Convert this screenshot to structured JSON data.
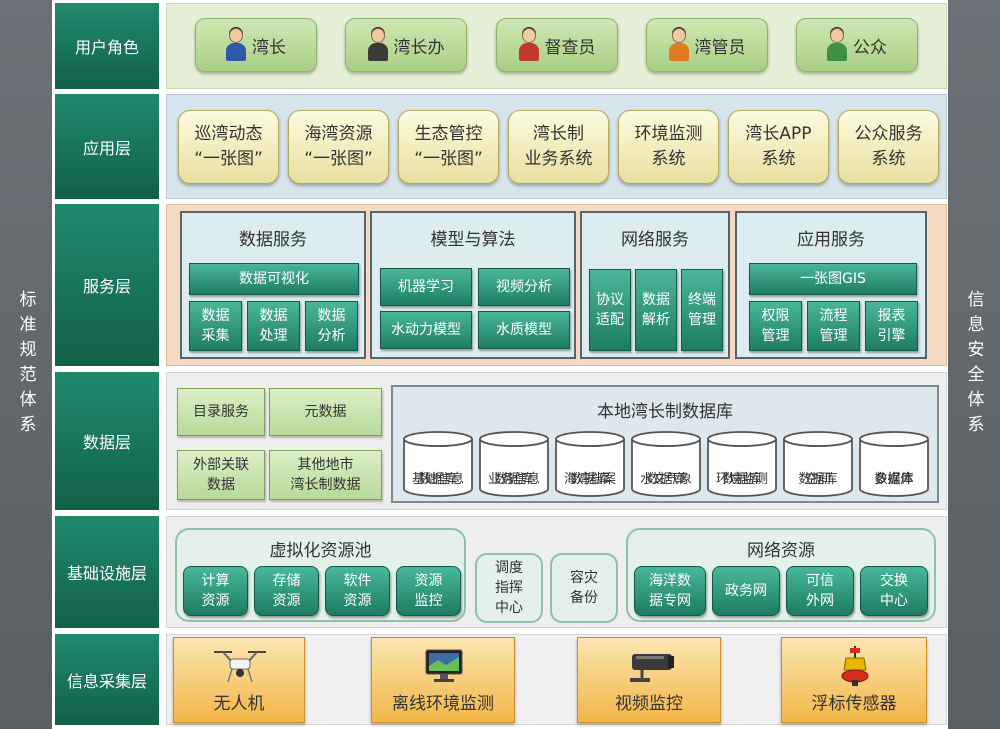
{
  "sidebars": {
    "left": "标准规范体系",
    "right": "信息安全体系"
  },
  "layers": [
    "用户角色",
    "应用层",
    "服务层",
    "数据层",
    "基础设施层",
    "信息采集层"
  ],
  "user_roles": [
    "湾长",
    "湾长办",
    "督查员",
    "湾管员",
    "公众"
  ],
  "applications": [
    [
      "巡湾动态",
      "“一张图”"
    ],
    [
      "海湾资源",
      "“一张图”"
    ],
    [
      "生态管控",
      "“一张图”"
    ],
    [
      "湾长制",
      "业务系统"
    ],
    [
      "环境监测",
      "系统"
    ],
    [
      "湾长APP",
      "系统"
    ],
    [
      "公众服务",
      "系统"
    ]
  ],
  "services": {
    "data": {
      "title": "数据服务",
      "viz": "数据可视化",
      "items": [
        [
          "数据",
          "采集"
        ],
        [
          "数据",
          "处理"
        ],
        [
          "数据",
          "分析"
        ]
      ]
    },
    "model": {
      "title": "模型与算法",
      "items": [
        "机器学习",
        "视频分析",
        "水动力模型",
        "水质模型"
      ]
    },
    "network": {
      "title": "网络服务",
      "items": [
        [
          "协议",
          "适配"
        ],
        [
          "数据",
          "解析"
        ],
        [
          "终端",
          "管理"
        ]
      ]
    },
    "app": {
      "title": "应用服务",
      "gis": "一张图GIS",
      "items": [
        [
          "权限",
          "管理"
        ],
        [
          "流程",
          "管理"
        ],
        [
          "报表",
          "引擎"
        ]
      ]
    }
  },
  "data_layer": {
    "left": {
      "catalog": "目录服务",
      "meta": "元数据",
      "external": [
        "外部关联",
        "数据"
      ],
      "other": [
        "其他地市",
        "湾长制数据"
      ]
    },
    "db_title": "本地湾长制数据库",
    "dbs": [
      [
        "基础信息",
        "数据库"
      ],
      [
        "业务信息",
        "数据库"
      ],
      [
        "海湾档案",
        "数据库"
      ],
      [
        "水文气象",
        "数据库"
      ],
      [
        "环境监测",
        "数据库"
      ],
      [
        "空间",
        "数据库"
      ],
      [
        "多媒体",
        "数据库"
      ]
    ]
  },
  "infra": {
    "pool_title": "虚拟化资源池",
    "pool": [
      [
        "计算",
        "资源"
      ],
      [
        "存储",
        "资源"
      ],
      [
        "软件",
        "资源"
      ],
      [
        "资源",
        "监控"
      ]
    ],
    "dispatch": [
      "调度",
      "指挥",
      "中心"
    ],
    "backup": [
      "容灾",
      "备份"
    ],
    "net_title": "网络资源",
    "net": [
      [
        "海洋数",
        "据专网"
      ],
      [
        "政务网"
      ],
      [
        "可信",
        "外网"
      ],
      [
        "交换",
        "中心"
      ]
    ]
  },
  "collection": [
    "无人机",
    "离线环境监测",
    "视频监控",
    "浮标传感器"
  ],
  "colors": {
    "teal": "#1e7d64",
    "gold": "#e8df9e",
    "orange": "#f2b647",
    "green": "#a9cf84"
  }
}
